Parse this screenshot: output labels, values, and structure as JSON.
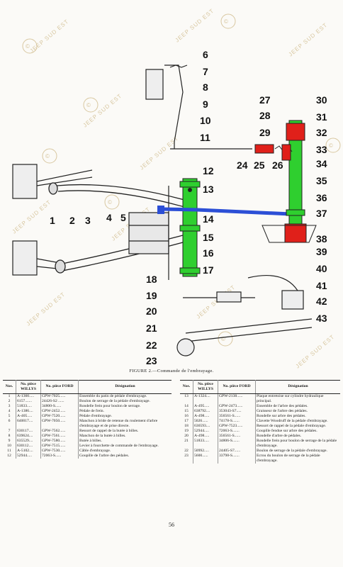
{
  "watermark": "JEEP SUD EST",
  "callouts": [
    "1",
    "2",
    "3",
    "4",
    "5",
    "6",
    "7",
    "8",
    "9",
    "10",
    "11",
    "12",
    "13",
    "14",
    "15",
    "16",
    "17",
    "18",
    "19",
    "20",
    "21",
    "22",
    "23",
    "24",
    "25",
    "26",
    "27",
    "28",
    "29",
    "30",
    "31",
    "32",
    "33",
    "34",
    "35",
    "36",
    "37",
    "38",
    "39",
    "40",
    "41",
    "42",
    "43"
  ],
  "caption": "FIGURE 2.—Commande de l'embrayage.",
  "table_headers": {
    "nos": "Nos.",
    "willys": "No. pièce WILLYS",
    "ford": "No. pièce FORD",
    "designation": "Désignation"
  },
  "rows_left": [
    {
      "no": "1",
      "willys": "A-1360.....",
      "ford": "GPW-7025......",
      "designation": "Ensemble du patin de pédale d'embrayage."
    },
    {
      "no": "2",
      "willys": "6157.......",
      "ford": "24426-S2 ......",
      "designation": "Boulon de serrage de la pédale d'embrayage."
    },
    {
      "no": "3",
      "willys": "51833.....",
      "ford": "34800-S......",
      "designation": "Rondelle frein pour boulon de serrage."
    },
    {
      "no": "4",
      "willys": "A-1386....",
      "ford": "GPW-2452......",
      "designation": "Pédale de frein."
    },
    {
      "no": "5",
      "willys": "A-405.....",
      "ford": "GPW-7520......",
      "designation": "Pédale d'embrayage."
    },
    {
      "no": "6",
      "willys": "640017....",
      "ford": "GPW-7050......",
      "designation": "Manchon à bride de retenue du roulement d'arbre d'embrayage et de prise directe."
    },
    {
      "no": "7",
      "willys": "630117....",
      "ford": "GPW-7562......",
      "designation": "Ressort de rappel de la butée à billes."
    },
    {
      "no": "8",
      "willys": "639624....",
      "ford": "GPW-7561......",
      "designation": "Manchon de la butée à billes."
    },
    {
      "no": "9",
      "willys": "635529....",
      "ford": "GPW-7580......",
      "designation": "Butée à billes."
    },
    {
      "no": "10",
      "willys": "630112....",
      "ford": "GPW-7515......",
      "designation": "Levier à fourchette de commande de l'embrayage."
    },
    {
      "no": "11",
      "willys": "A-5102....",
      "ford": "GPW-7530......",
      "designation": "Câble d'embrayage."
    },
    {
      "no": "12",
      "willys": "52944.....",
      "ford": "72063-S......",
      "designation": "Goupille de l'arbre des pédales."
    }
  ],
  "rows_right": [
    {
      "no": "13",
      "willys": "A-1324....",
      "ford": "GPW-2138......",
      "designation": "Plaque entretoise sur cylindre hydraulique principal."
    },
    {
      "no": "14",
      "willys": "A-495.....",
      "ford": "GPW-2473......",
      "designation": "Ensemble de l'arbre des pédales."
    },
    {
      "no": "15",
      "willys": "638792....",
      "ford": "353043-S7.....",
      "designation": "Graisseur de l'arbre des pédales."
    },
    {
      "no": "16",
      "willys": "A-498.....",
      "ford": "356561-S......",
      "designation": "Rondelle sur arbre des pédales."
    },
    {
      "no": "17",
      "willys": "5026......",
      "ford": "74178-S.......",
      "designation": "Clavette Woodruff de la pédale d'embrayage."
    },
    {
      "no": "18",
      "willys": "636593....",
      "ford": "GPW-7523......",
      "designation": "Ressort de rappel de la pédale d'embrayage."
    },
    {
      "no": "19",
      "willys": "52944.....",
      "ford": "72063-S.......",
      "designation": "Goupille fendue sur arbre des pédales."
    },
    {
      "no": "20",
      "willys": "A-498.....",
      "ford": "356561-S......",
      "designation": "Rondelle d'arbre de pédales."
    },
    {
      "no": "21",
      "willys": "51833.....",
      "ford": "34806-S.......",
      "designation": "Rondelle frein pour boulon de serrage de la pédale d'embrayage."
    },
    {
      "no": "22",
      "willys": "50992.....",
      "ford": "24405-S7......",
      "designation": "Boulon de serrage de la pédale d'embrayage."
    },
    {
      "no": "23",
      "willys": "5600......",
      "ford": "33798-S.......",
      "designation": "Ecrou du boulon de serrage de la pédale d'embrayage."
    }
  ],
  "page_number": "56",
  "colors": {
    "green": "#2fcf2f",
    "blue": "#2c4fd6",
    "red": "#e0201a",
    "watermark": "#d8c7a0"
  }
}
